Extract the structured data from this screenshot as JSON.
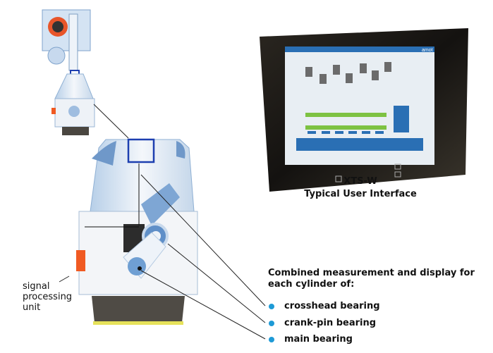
{
  "labels": {
    "signal_processing": [
      "signal",
      "processing",
      "unit"
    ],
    "monitor_title": "XTS-W",
    "monitor_subtitle": "Typical User Interface",
    "screen_brand": "amot",
    "intro": "Combined measurement and display for each cylinder of:"
  },
  "bullets": [
    {
      "label": "crosshead bearing"
    },
    {
      "label": "crank-pin bearing"
    },
    {
      "label": "main bearing"
    }
  ],
  "colors": {
    "bullet": "#1e9ad6",
    "spu": "#f05a22",
    "screen": "#2a6fb4"
  }
}
